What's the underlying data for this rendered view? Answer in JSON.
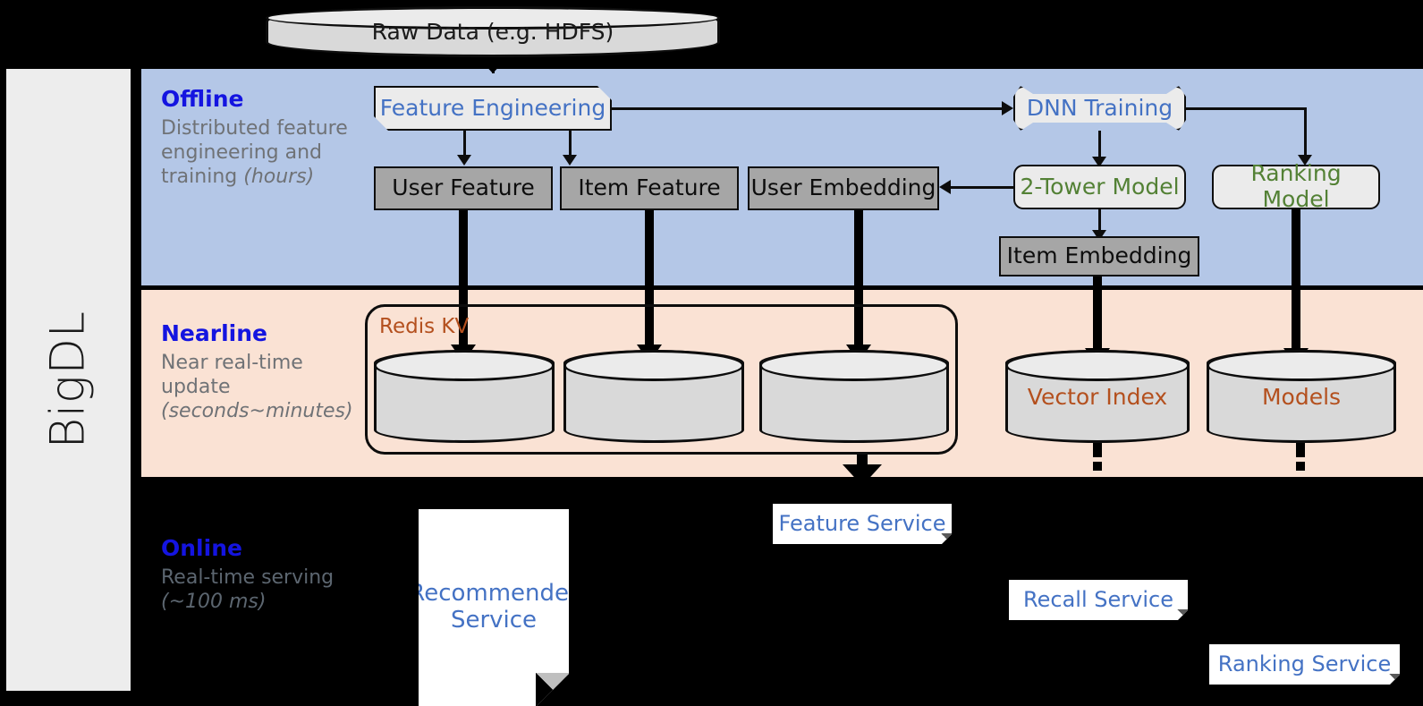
{
  "rail": {
    "label": "BigDL"
  },
  "sections": [
    {
      "id": "offline",
      "title": "Offline",
      "subtitle_plain": "Distributed feature engineering and training ",
      "subtitle_italic": "(hours)"
    },
    {
      "id": "nearline",
      "title": "Nearline",
      "subtitle_plain": "Near real-time update ",
      "subtitle_italic": "(seconds~minutes)"
    },
    {
      "id": "online",
      "title": "Online",
      "subtitle_plain": "Real-time serving ",
      "subtitle_italic": "(~100 ms)"
    }
  ],
  "nodes": {
    "raw_data": "Raw Data (e.g. HDFS)",
    "feature_engineering": "Feature Engineering",
    "dnn_training": "DNN Training",
    "user_feature": "User Feature",
    "item_feature": "Item Feature",
    "user_embedding": "User Embedding",
    "two_tower_model": "2-Tower Model",
    "ranking_model": "Ranking Model",
    "item_embedding": "Item Embedding",
    "redis_kv": "Redis KV",
    "vector_index": "Vector Index",
    "models": "Models",
    "feature_service": "Feature Service",
    "recommender_service_line1": "Recommender",
    "recommender_service_line2": "Service",
    "recall_service": "Recall Service",
    "ranking_service": "Ranking Service"
  },
  "colors": {
    "offline_band": "#b4c7e7",
    "nearline_band": "#fae2d4",
    "section_title": "#1414e0",
    "section_subtitle": "#6f7276",
    "blue_text": "#4472c4",
    "green_text": "#538135",
    "brown_text": "#b4501e",
    "gray_box": "#a6a6a6",
    "light_box": "#ebebeb",
    "cylinder": "#d9d9d9",
    "rail_bg": "#ededed",
    "canvas": "#000000"
  }
}
